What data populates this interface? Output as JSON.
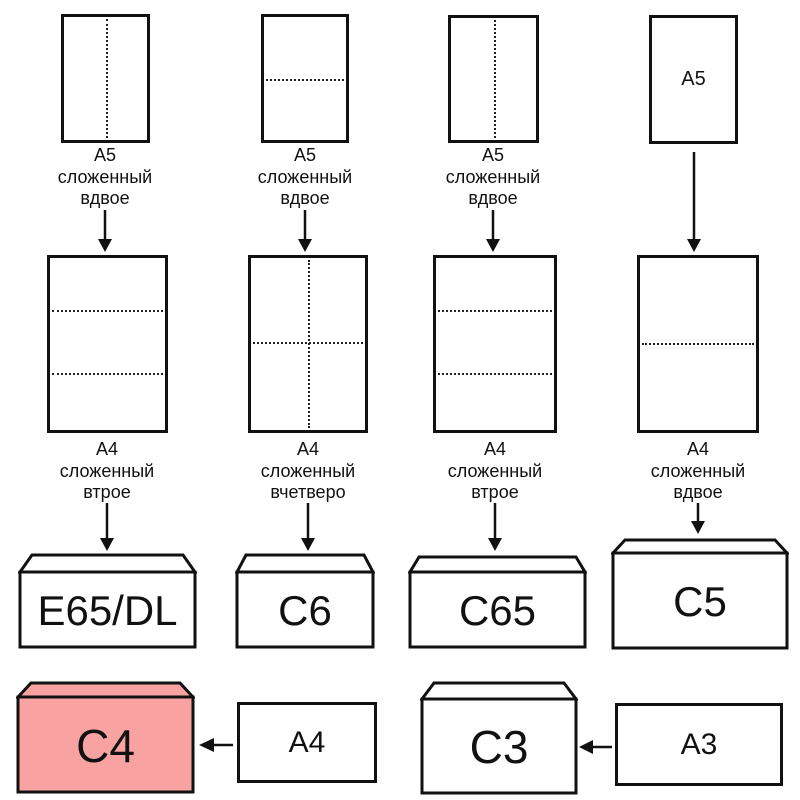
{
  "colors": {
    "highlight_fill": "#f8a2a2",
    "line": "#111111"
  },
  "row1": {
    "captions": [
      "A5\nсложенный\nвдвое",
      "A5\nсложенный\nвдвое",
      "A5\nсложенный\nвдвое"
    ],
    "sheet4_label": "A5"
  },
  "row2": {
    "captions": [
      "A4\nсложенный\nвтрое",
      "A4\nсложенный\nвчетверо",
      "A4\nсложенный\nвтрое",
      "A4\nсложенный\nвдвое"
    ]
  },
  "envelopes": {
    "e65dl": "E65/DL",
    "c6": "C6",
    "c65": "C65",
    "c5": "C5",
    "c4": "C4",
    "c3": "C3"
  },
  "sources": {
    "a4": "A4",
    "a3": "A3"
  }
}
